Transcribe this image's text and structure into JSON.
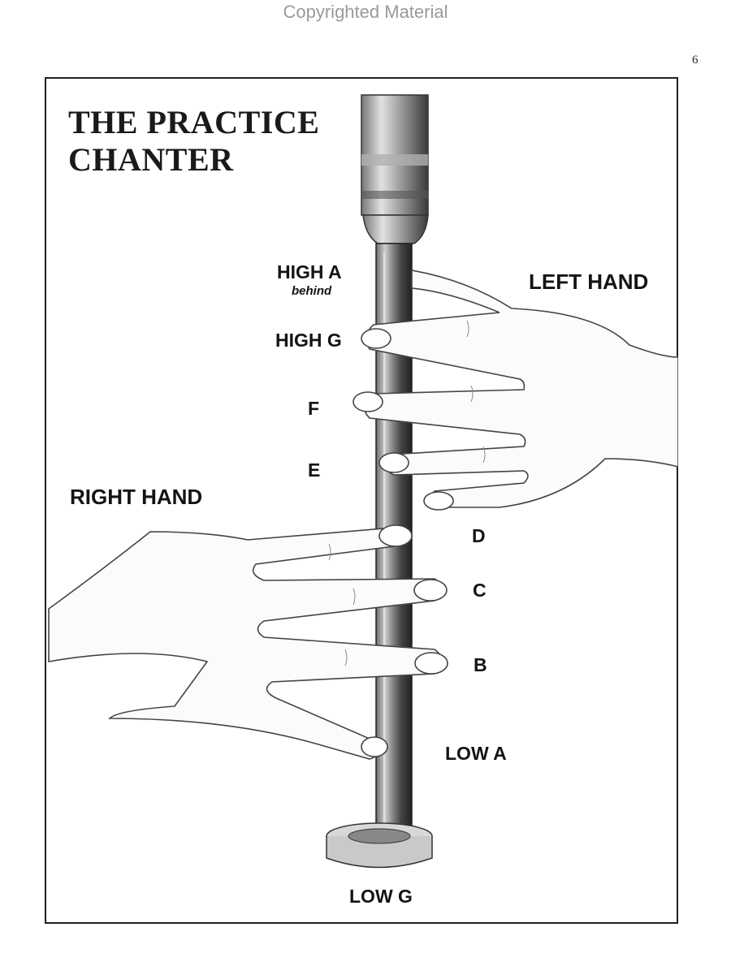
{
  "watermark": "Copyrighted Material",
  "page_number": "6",
  "title": {
    "line1": "THE PRACTICE",
    "line2": "CHANTER"
  },
  "hands": {
    "left": "LEFT HAND",
    "right": "RIGHT HAND"
  },
  "notes": {
    "high_a": "HIGH A",
    "high_a_note": "behind",
    "high_g": "HIGH G",
    "f": "F",
    "e": "E",
    "d": "D",
    "c": "C",
    "b": "B",
    "low_a": "LOW A",
    "low_g": "LOW G"
  }
}
